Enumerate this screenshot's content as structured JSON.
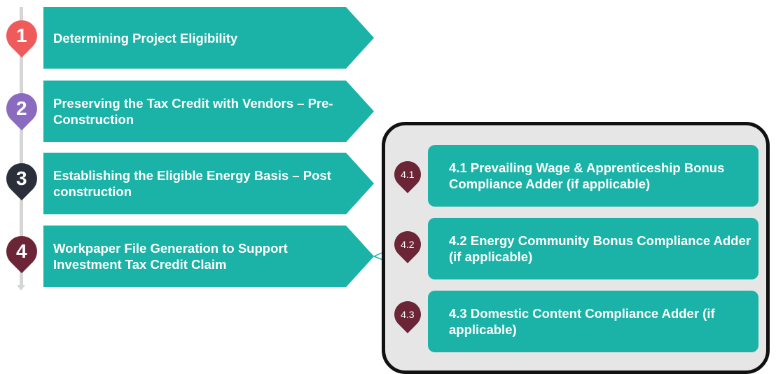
{
  "steps": [
    {
      "number": "1",
      "label": "Determining Project Eligibility",
      "color": "#ef5b5b"
    },
    {
      "number": "2",
      "label": "Preserving the Tax Credit with Vendors – Pre-Construction",
      "color": "#8a6bbf"
    },
    {
      "number": "3",
      "label": "Establishing the Eligible Energy Basis – Post construction",
      "color": "#2b2f3a"
    },
    {
      "number": "4",
      "label": "Workpaper File Generation to Support Investment Tax Credit Claim",
      "color": "#6b2537"
    }
  ],
  "substeps": [
    {
      "number": "4.1",
      "label": "4.1 Prevailing Wage & Apprenticeship Bonus Compliance Adder (if applicable)",
      "color": "#6b2537"
    },
    {
      "number": "4.2",
      "label": "4.2  Energy Community Bonus Compliance Adder (if applicable)",
      "color": "#6b2537"
    },
    {
      "number": "4.3",
      "label": "4.3 Domestic Content Compliance Adder (if applicable)",
      "color": "#6b2537"
    }
  ],
  "colors": {
    "teal": "#1bb2a7",
    "timeline": "#d6d6d6",
    "callout_border": "#111111",
    "callout_fill": "#e6e6e6"
  }
}
